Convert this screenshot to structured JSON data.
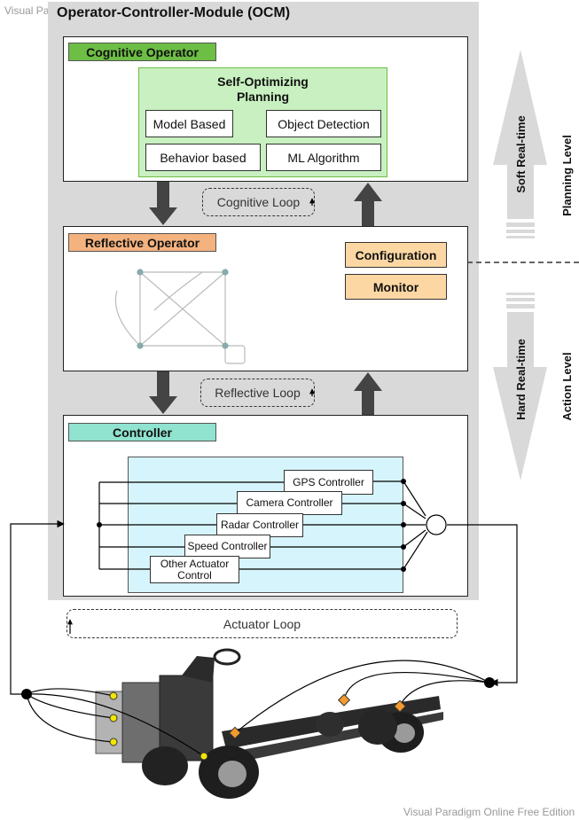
{
  "watermark_top": "Visual Paradigm Online Free Edition",
  "watermark_bottom": "Visual Paradigm Online Free Edition",
  "ocm": {
    "title": "Operator-Controller-Module (OCM)"
  },
  "cognitive": {
    "tag": "Cognitive Operator",
    "tag_color": "#6dbe45",
    "planning_title_line1": "Self-Optimizing",
    "planning_title_line2": "Planning",
    "planning_color": "#c8f0c0",
    "boxes": [
      "Model Based",
      "Object Detection",
      "Behavior based",
      "ML Algorithm"
    ]
  },
  "reflective": {
    "tag": "Reflective Operator",
    "tag_color": "#f4b27f",
    "configuration": "Configuration",
    "monitor": "Monitor",
    "box_color": "#fdd7a3"
  },
  "controller": {
    "tag": "Controller",
    "tag_color": "#8fe3cf",
    "area_color": "#d6f4fb",
    "items": [
      "GPS Controller",
      "Camera Controller",
      "Radar Controller",
      "Speed Controller",
      "Other Actuator Control"
    ]
  },
  "loops": {
    "cognitive": "Cognitive Loop",
    "reflective": "Reflective Loop",
    "actuator": "Actuator Loop"
  },
  "side": {
    "soft": "Soft Real-time",
    "hard": "Hard Real-time",
    "planning_level": "Planning Level",
    "action_level": "Action Level"
  }
}
